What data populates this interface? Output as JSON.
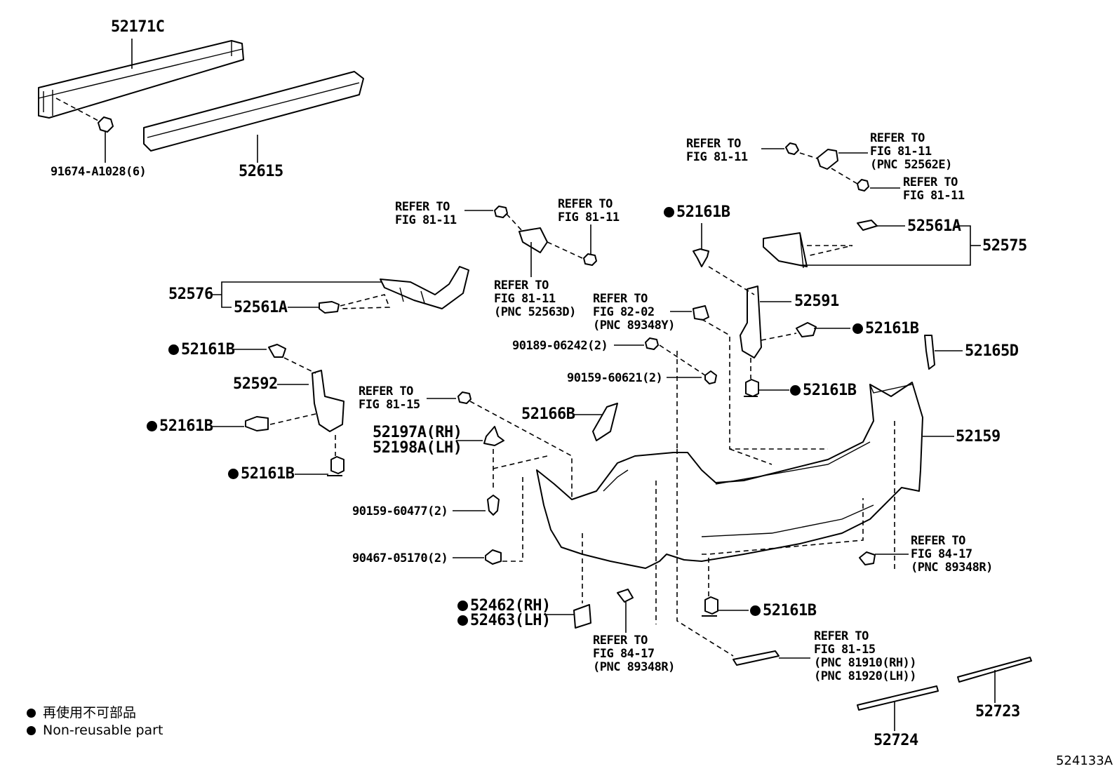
{
  "diagram_id": "524133A",
  "labels": {
    "p52171C": "52171C",
    "p91674": "91674-A1028(6)",
    "p52615": "52615",
    "ref_top_left": "REFER TO\nFIG 81-11",
    "ref_top_right1": "REFER TO\nFIG 81-11\n(PNC 52562E)",
    "ref_top_right2": "REFER TO\nFIG 81-11",
    "ref_mid1": "REFER TO\nFIG 81-11",
    "ref_mid2": "REFER TO\nFIG 81-11",
    "ref_mid3": "REFER TO\nFIG 81-11\n(PNC 52563D)",
    "ref_mid4": "REFER TO\nFIG 82-02\n(PNC 89348Y)",
    "p52161B_a": "52161B",
    "p52561A_r": "52561A",
    "p52575": "52575",
    "p52576": "52576",
    "p52561A_l": "52561A",
    "p52591": "52591",
    "p52161B_b": "52161B",
    "p52165D": "52165D",
    "p52161B_c": "52161B",
    "p90189": "90189-06242(2)",
    "p90159_a": "90159-60621(2)",
    "p52592": "52592",
    "p52161B_d": "52161B",
    "p52161B_e": "52161B",
    "ref_fig8115": "REFER TO\nFIG 81-15",
    "p52166B": "52166B",
    "p52197A": "52197A(RH)",
    "p52198A": "52198A(LH)",
    "p52159": "52159",
    "p90159_b": "90159-60477(2)",
    "p90467": "90467-05170(2)",
    "ref_8417_right": "REFER TO\nFIG 84-17\n(PNC 89348R)",
    "p52462": "52462(RH)",
    "p52463": "52463(LH)",
    "ref_8417_bottom": "REFER TO\nFIG 84-17\n(PNC 89348R)",
    "p52161B_f": "52161B",
    "p52161B_g": "52161B",
    "ref_8115_bottom": "REFER TO\nFIG 81-15\n(PNC 81910(RH))\n(PNC 81920(LH))",
    "p52723": "52723",
    "p52724": "52724"
  },
  "legend": {
    "line_jp": "再使用不可部品",
    "line_en": "Non-reusable part"
  }
}
